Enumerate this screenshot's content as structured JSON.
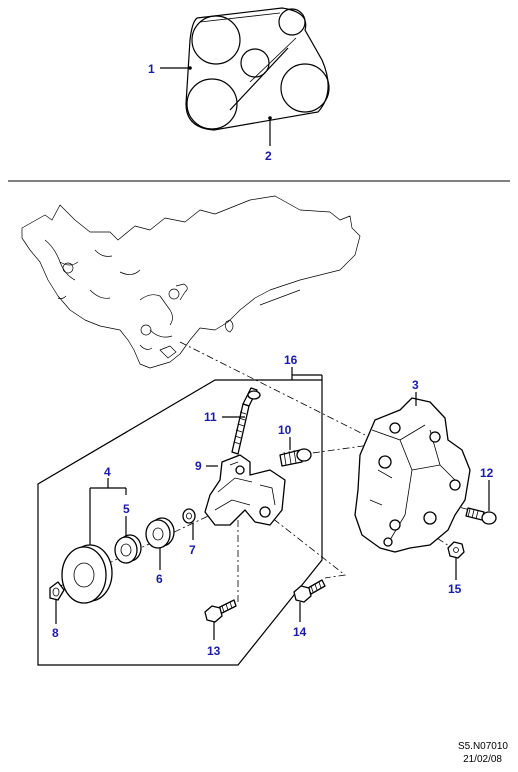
{
  "callouts": {
    "c1": "1",
    "c2": "2",
    "c3": "3",
    "c4": "4",
    "c5": "5",
    "c6": "6",
    "c7": "7",
    "c8": "8",
    "c9": "9",
    "c10": "10",
    "c11": "11",
    "c12": "12",
    "c13": "13",
    "c14": "14",
    "c15": "15",
    "c16": "16"
  },
  "footer": {
    "code": "S5.N07010",
    "date": "21/02/08"
  },
  "colors": {
    "callout": "#1a1aa8",
    "line": "#000000",
    "background": "#ffffff"
  }
}
